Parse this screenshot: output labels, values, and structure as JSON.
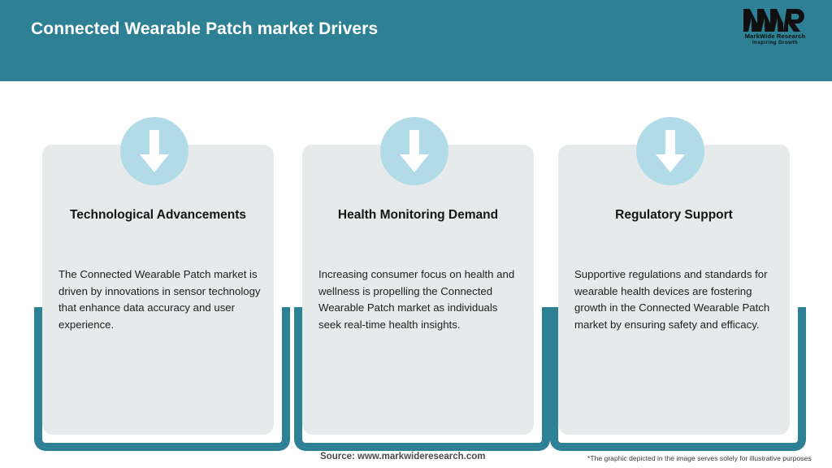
{
  "theme": {
    "header_bg": "#2e8095",
    "accent_teal": "#2e8095",
    "card_bg": "#e7eaeb",
    "icon_circle": "#b2dbe8",
    "arrow_color": "#ffffff",
    "page_bg": "#ffffff"
  },
  "header": {
    "title": "Connected Wearable Patch market Drivers",
    "logo": {
      "mark": "MWR",
      "name": "MarkWide Research",
      "tagline": "Inspiring Growth"
    }
  },
  "cards": [
    {
      "icon": "arrow-down-icon",
      "heading": "Technological Advancements",
      "body": "The Connected Wearable Patch market is driven by innovations in sensor technology that enhance data accuracy and user experience."
    },
    {
      "icon": "arrow-down-icon",
      "heading": "Health Monitoring Demand",
      "body": "Increasing consumer focus on health and wellness is propelling the Connected Wearable Patch market as individuals seek real-time health insights."
    },
    {
      "icon": "arrow-down-icon",
      "heading": "Regulatory Support",
      "body": "Supportive regulations and standards for wearable health devices are fostering growth in the Connected Wearable Patch market by ensuring safety and efficacy."
    }
  ],
  "footer": {
    "source": "Source: www.markwideresearch.com",
    "disclaimer": "*The graphic depicted in the image serves solely for illustrative purposes"
  }
}
